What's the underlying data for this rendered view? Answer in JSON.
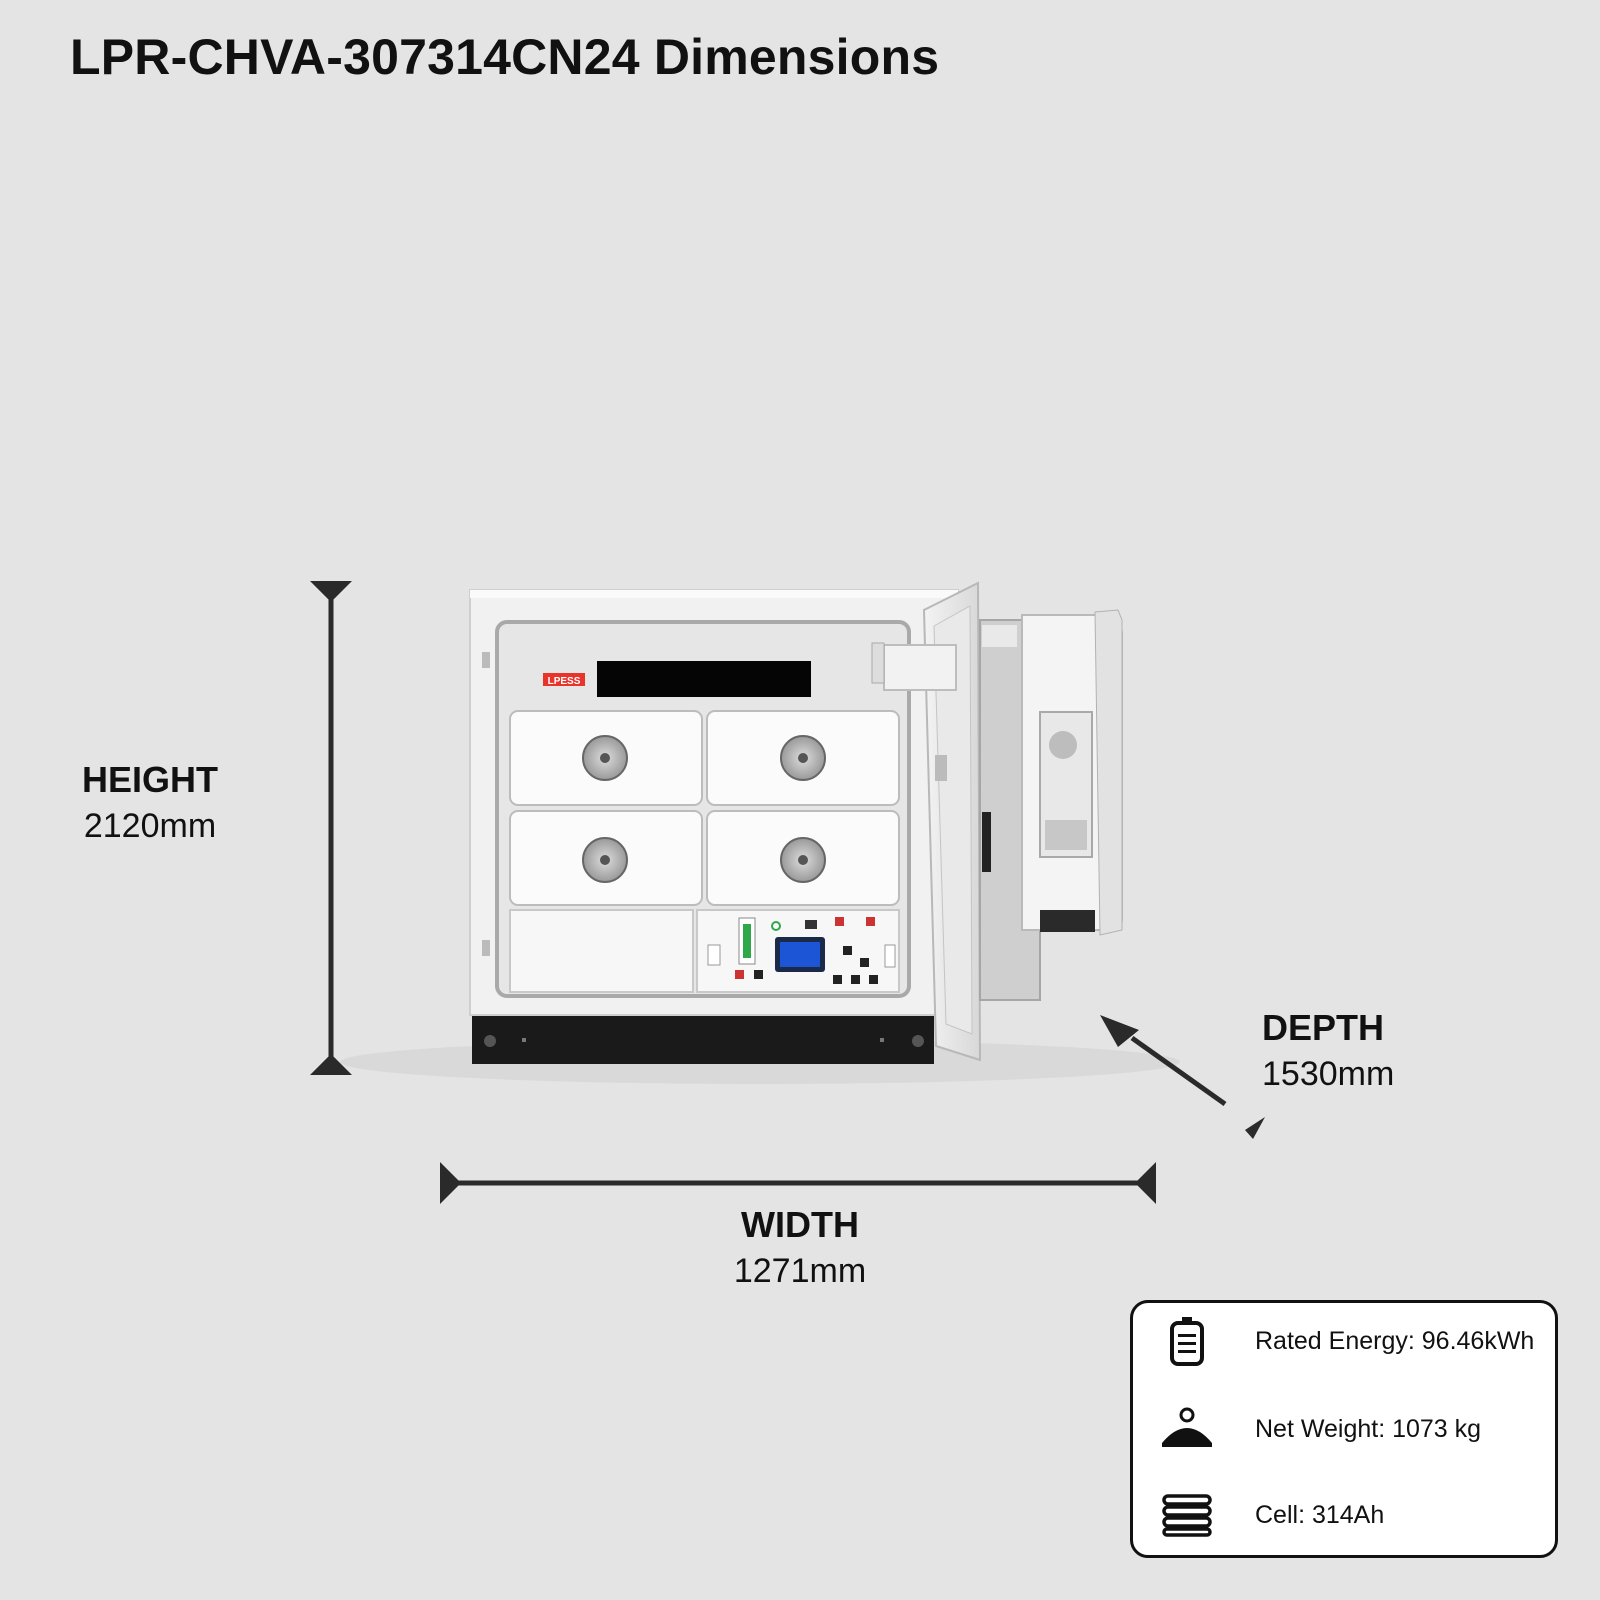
{
  "title": "LPR-CHVA-307314CN24 Dimensions",
  "dimensions": {
    "height": {
      "label": "HEIGHT",
      "value": "2120mm"
    },
    "width": {
      "label": "WIDTH",
      "value": "1271mm"
    },
    "depth": {
      "label": "DEPTH",
      "value": "1530mm"
    }
  },
  "brand": "LPESS",
  "specs": [
    {
      "icon": "battery-icon",
      "text": "Rated Energy: 96.46kWh"
    },
    {
      "icon": "weight-icon",
      "text": "Net Weight: 1073 kg"
    },
    {
      "icon": "cell-stack-icon",
      "text": "Cell: 314Ah"
    }
  ],
  "colors": {
    "background": "#e4e4e4",
    "text": "#111111",
    "brand_red": "#e8342a",
    "screen_blue": "#1c55d6"
  }
}
